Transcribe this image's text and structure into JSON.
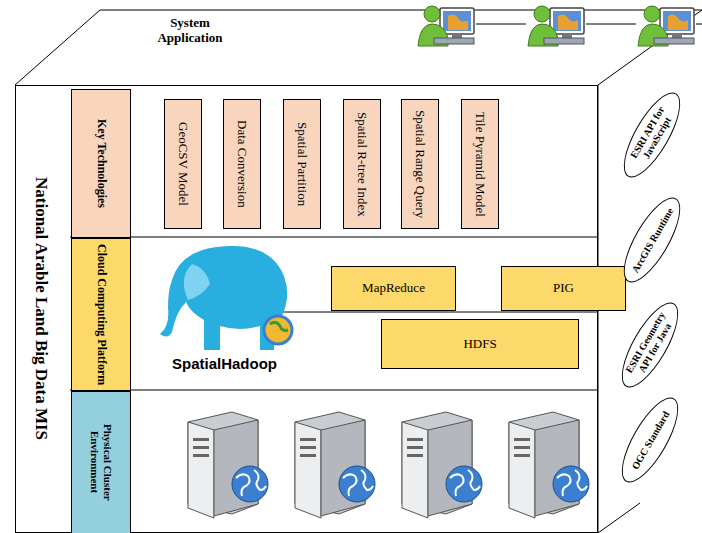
{
  "diagram": {
    "nodes": [
      {
        "text": [
          "National Arable Land Big Data MIS"
        ]
      },
      {
        "text": [
          "Key Technologies"
        ],
        "in": 0
      },
      {
        "text": [
          "GeoCSV Model"
        ],
        "in": 0
      },
      {
        "text": [
          "Data Conversion"
        ],
        "in": 0
      },
      {
        "text": [
          "Spatial Partition"
        ],
        "in": 0
      },
      {
        "text": [
          "Spatial R-tree Index"
        ],
        "in": 0
      },
      {
        "text": [
          "Spatial Range Query"
        ],
        "in": 0
      },
      {
        "text": [
          "Tile Pyramid Model"
        ],
        "in": 0
      },
      {
        "text": [
          "Cloud Computing Platform"
        ],
        "in": 0
      },
      {
        "text": [
          "MapReduce"
        ],
        "in": 0
      },
      {
        "text": [
          "PIG"
        ],
        "in": 0
      },
      {
        "text": [
          "HDFS"
        ],
        "in": 0
      },
      {
        "text": [
          "Physical Cluster Environment"
        ],
        "in": 0
      },
      {
        "text": [
          "ESRI API for JavaScript"
        ]
      },
      {
        "text": [
          "ArcGIS Runtime"
        ]
      },
      {
        "text": [
          "ESRI Geometry API for Java"
        ]
      },
      {
        "text": [
          "OGC Standard"
        ]
      }
    ],
    "labels": [
      "System Application",
      "SpatialHadoop"
    ]
  }
}
